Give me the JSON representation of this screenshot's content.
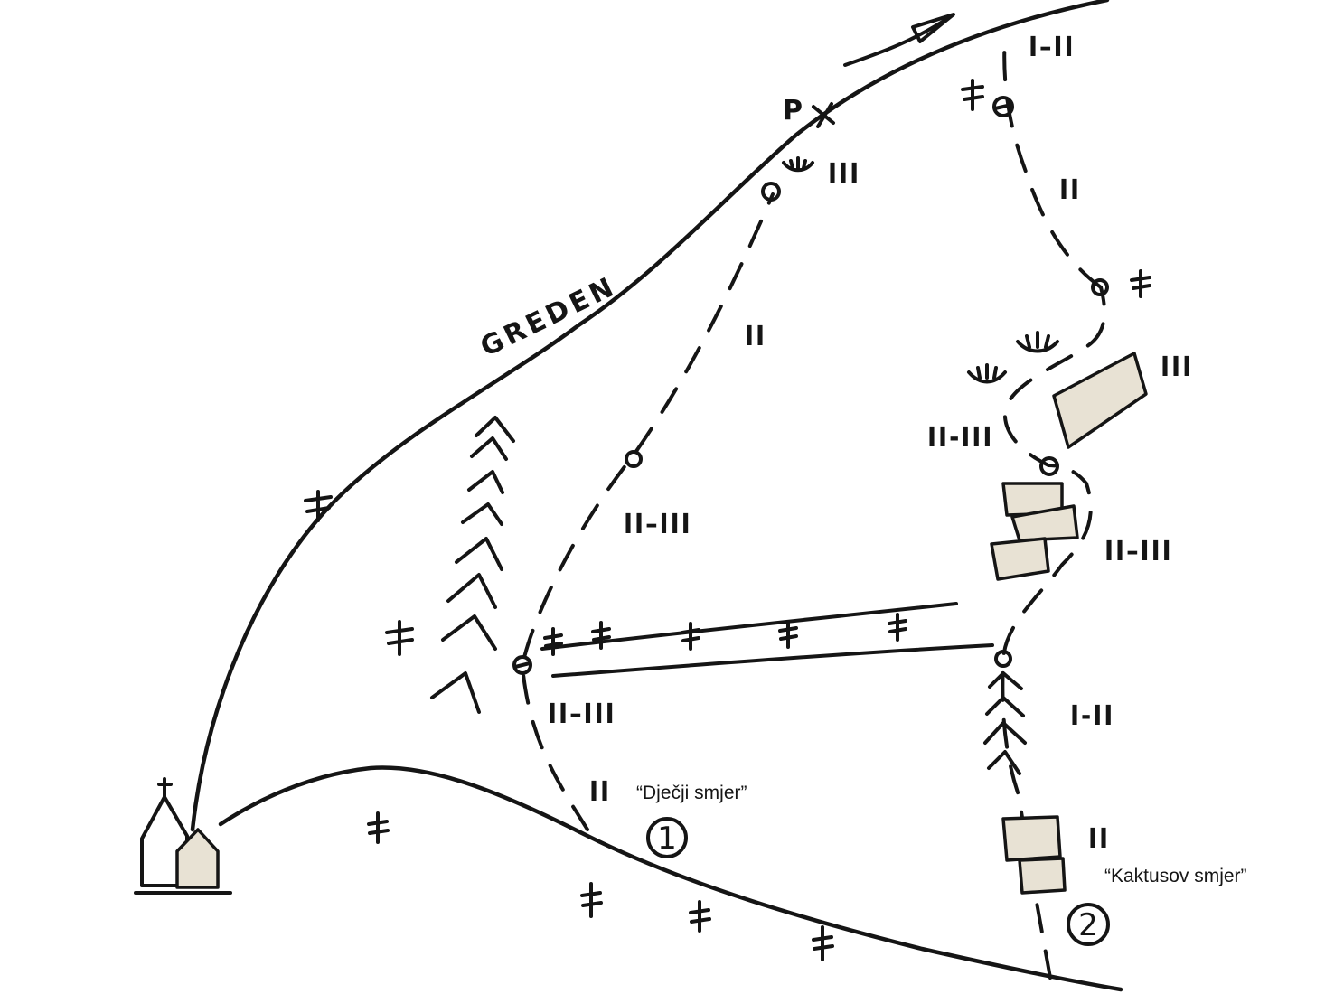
{
  "map": {
    "ridge_label": "GREDEN",
    "parking_label": "P",
    "routes": [
      {
        "name": "“Dječji smjer”",
        "number": "1"
      },
      {
        "name": "“Kaktusov smjer”",
        "number": "2"
      }
    ],
    "grades": {
      "top_right": "I–II",
      "top_left": "III",
      "upper_right": "II",
      "middle_left": "II",
      "rock_right": "III",
      "gully_left": "II-III",
      "route1_upper": "II–III",
      "traverse_right": "II–III",
      "route1_lower": "II–III",
      "route1_bottom": "II",
      "route2_mid": "I-II",
      "route2_block": "II"
    }
  },
  "colors": {
    "ink": "#151515",
    "rock_fill": "#e8e2d4",
    "background": "#ffffff"
  }
}
